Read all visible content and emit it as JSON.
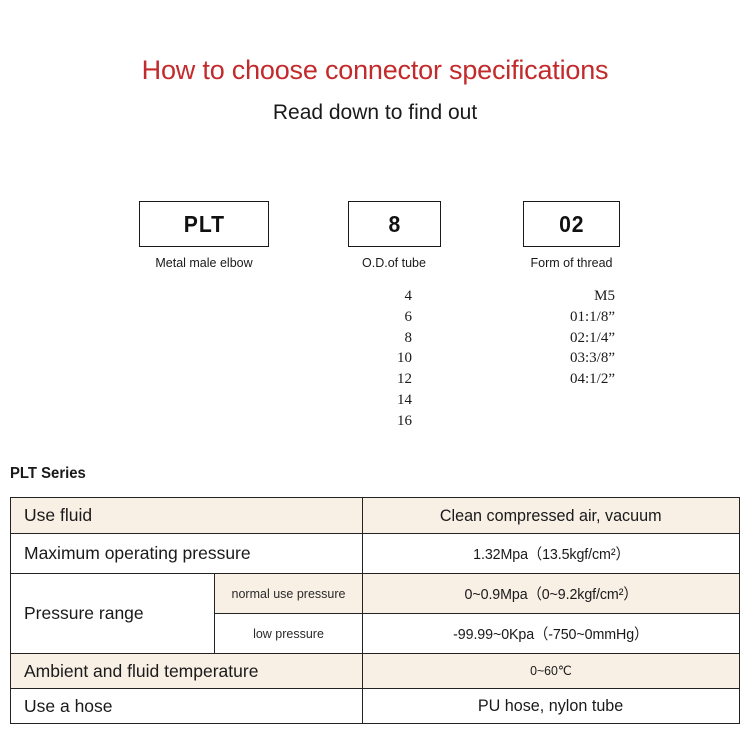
{
  "header": {
    "title": "How to choose connector specifications",
    "subtitle": "Read down to find out",
    "title_color": "#c32a2c"
  },
  "code_breakdown": {
    "boxes": [
      {
        "value": "PLT",
        "caption": "Metal male elbow"
      },
      {
        "value": "8",
        "caption": "O.D.of tube"
      },
      {
        "value": "02",
        "caption": "Form of thread"
      }
    ],
    "od_options": [
      "4",
      "6",
      "8",
      "10",
      "12",
      "14",
      "16"
    ],
    "thread_options": [
      "M5",
      "01:1/8”",
      "02:1/4”",
      "03:3/8”",
      "04:1/2”"
    ]
  },
  "spec": {
    "heading": "PLT Series",
    "shade_color": "#f8efe5",
    "rows": [
      {
        "label": "Use fluid",
        "sub": null,
        "value": "Clean compressed air, vacuum",
        "shaded": true
      },
      {
        "label": "Maximum operating pressure",
        "sub": null,
        "value": "1.32Mpa（13.5kgf/cm²）",
        "shaded": false
      },
      {
        "label": "Pressure range",
        "sub": "normal use pressure",
        "value": "0~0.9Mpa（0~9.2kgf/cm²）",
        "shaded": true
      },
      {
        "label": "",
        "sub": "low pressure",
        "value": "-99.99~0Kpa（-750~0mmHg）",
        "shaded": false
      },
      {
        "label": "Ambient and fluid temperature",
        "sub": null,
        "value": "0~60℃",
        "shaded": true
      },
      {
        "label": "Use a hose",
        "sub": null,
        "value": "PU hose, nylon tube",
        "shaded": false
      }
    ]
  }
}
